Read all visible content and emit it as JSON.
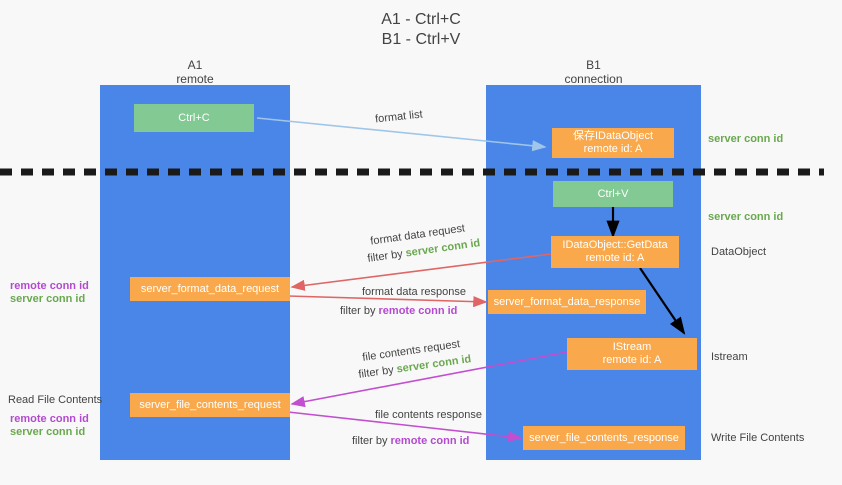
{
  "title": {
    "line1": "A1 - Ctrl+C",
    "line2": "B1 - Ctrl+V"
  },
  "lanes": [
    {
      "name": "A1",
      "sub": "remote"
    },
    {
      "name": "B1",
      "sub": "connection"
    }
  ],
  "nodes": {
    "ctrl_c": "Ctrl+C",
    "ctrl_v": "Ctrl+V",
    "save_dataobject_l1": "保存IDataObject",
    "save_dataobject_l2": "remote id: A",
    "getdata_l1": "IDataObject::GetData",
    "getdata_l2": "remote id: A",
    "istream_l1": "IStream",
    "istream_l2": "remote id: A",
    "format_data_request": "server_format_data_request",
    "format_data_response": "server_format_data_response",
    "file_contents_request": "server_file_contents_request",
    "file_contents_response": "server_file_contents_response"
  },
  "edges": {
    "format_list": "format list",
    "format_data_request": "format data request",
    "format_data_response": "format data response",
    "file_contents_request": "file contents request",
    "file_contents_response": "file contents response",
    "filter_by": "filter by",
    "server_conn_id": "server conn id",
    "remote_conn_id": "remote conn id"
  },
  "annotations": {
    "right_server_conn_id_top": "server conn id",
    "right_server_conn_id_mid": "server conn id",
    "dataobject": "DataObject",
    "istream": "Istream",
    "write_file_contents": "Write File Contents",
    "read_file_contents": "Read File Contents",
    "left_remote_conn_id_1": "remote conn id",
    "left_server_conn_id_1": "server conn id",
    "left_remote_conn_id_2": "remote conn id",
    "left_server_conn_id_2": "server conn id"
  },
  "colors": {
    "lane": "#4a86e8",
    "orange": "#f9a94c",
    "green_box": "#82c993",
    "green_text": "#6aa84f",
    "purple_text": "#b44ad0",
    "red_arrow": "#e06666",
    "magenta_arrow": "#c24ed0",
    "lightblue_arrow": "#9fc5e8",
    "background": "#f8f8f8"
  }
}
